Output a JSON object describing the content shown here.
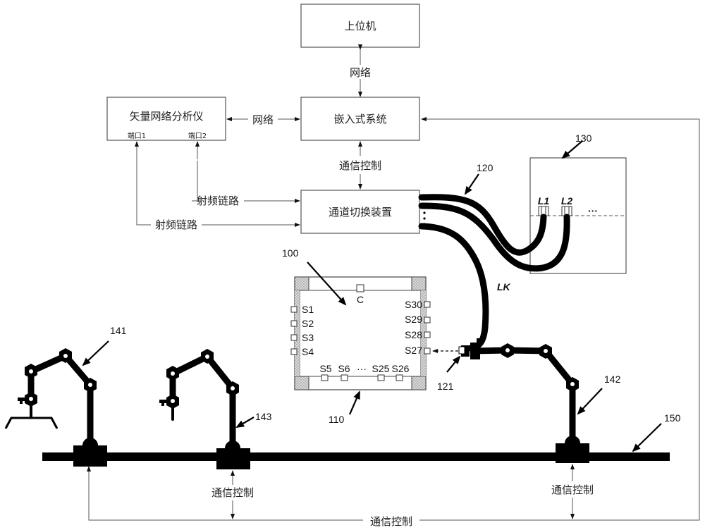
{
  "blocks": {
    "host": "上位机",
    "embedded": "嵌入式系统",
    "vna": "矢量网络分析仪",
    "vna_port1": "端口1",
    "vna_port2": "端口2",
    "switch": "通道切换装置"
  },
  "links": {
    "host_embedded": "网络",
    "vna_embedded": "网络",
    "embedded_switch": "通信控制",
    "rf_link_upper": "射频链路",
    "rf_link_lower": "射频链路",
    "comm_robot_143": "通信控制",
    "comm_robot_142": "通信控制",
    "comm_bottom": "通信控制"
  },
  "refs": {
    "r100": "100",
    "r110": "110",
    "r120": "120",
    "r121": "121",
    "r130": "130",
    "r141": "141",
    "r142": "142",
    "r143": "143",
    "r150": "150"
  },
  "device": {
    "top_port": "C",
    "left_ports": [
      "S1",
      "S2",
      "S3",
      "S4"
    ],
    "right_ports": [
      "S30",
      "S29",
      "S28",
      "S27"
    ],
    "bottom_ports": [
      "S5",
      "S6",
      "···",
      "S25",
      "S26"
    ]
  },
  "cable_panel": {
    "ports": [
      "L1",
      "L2"
    ],
    "ellipsis": "···",
    "cable_label": "LK"
  }
}
